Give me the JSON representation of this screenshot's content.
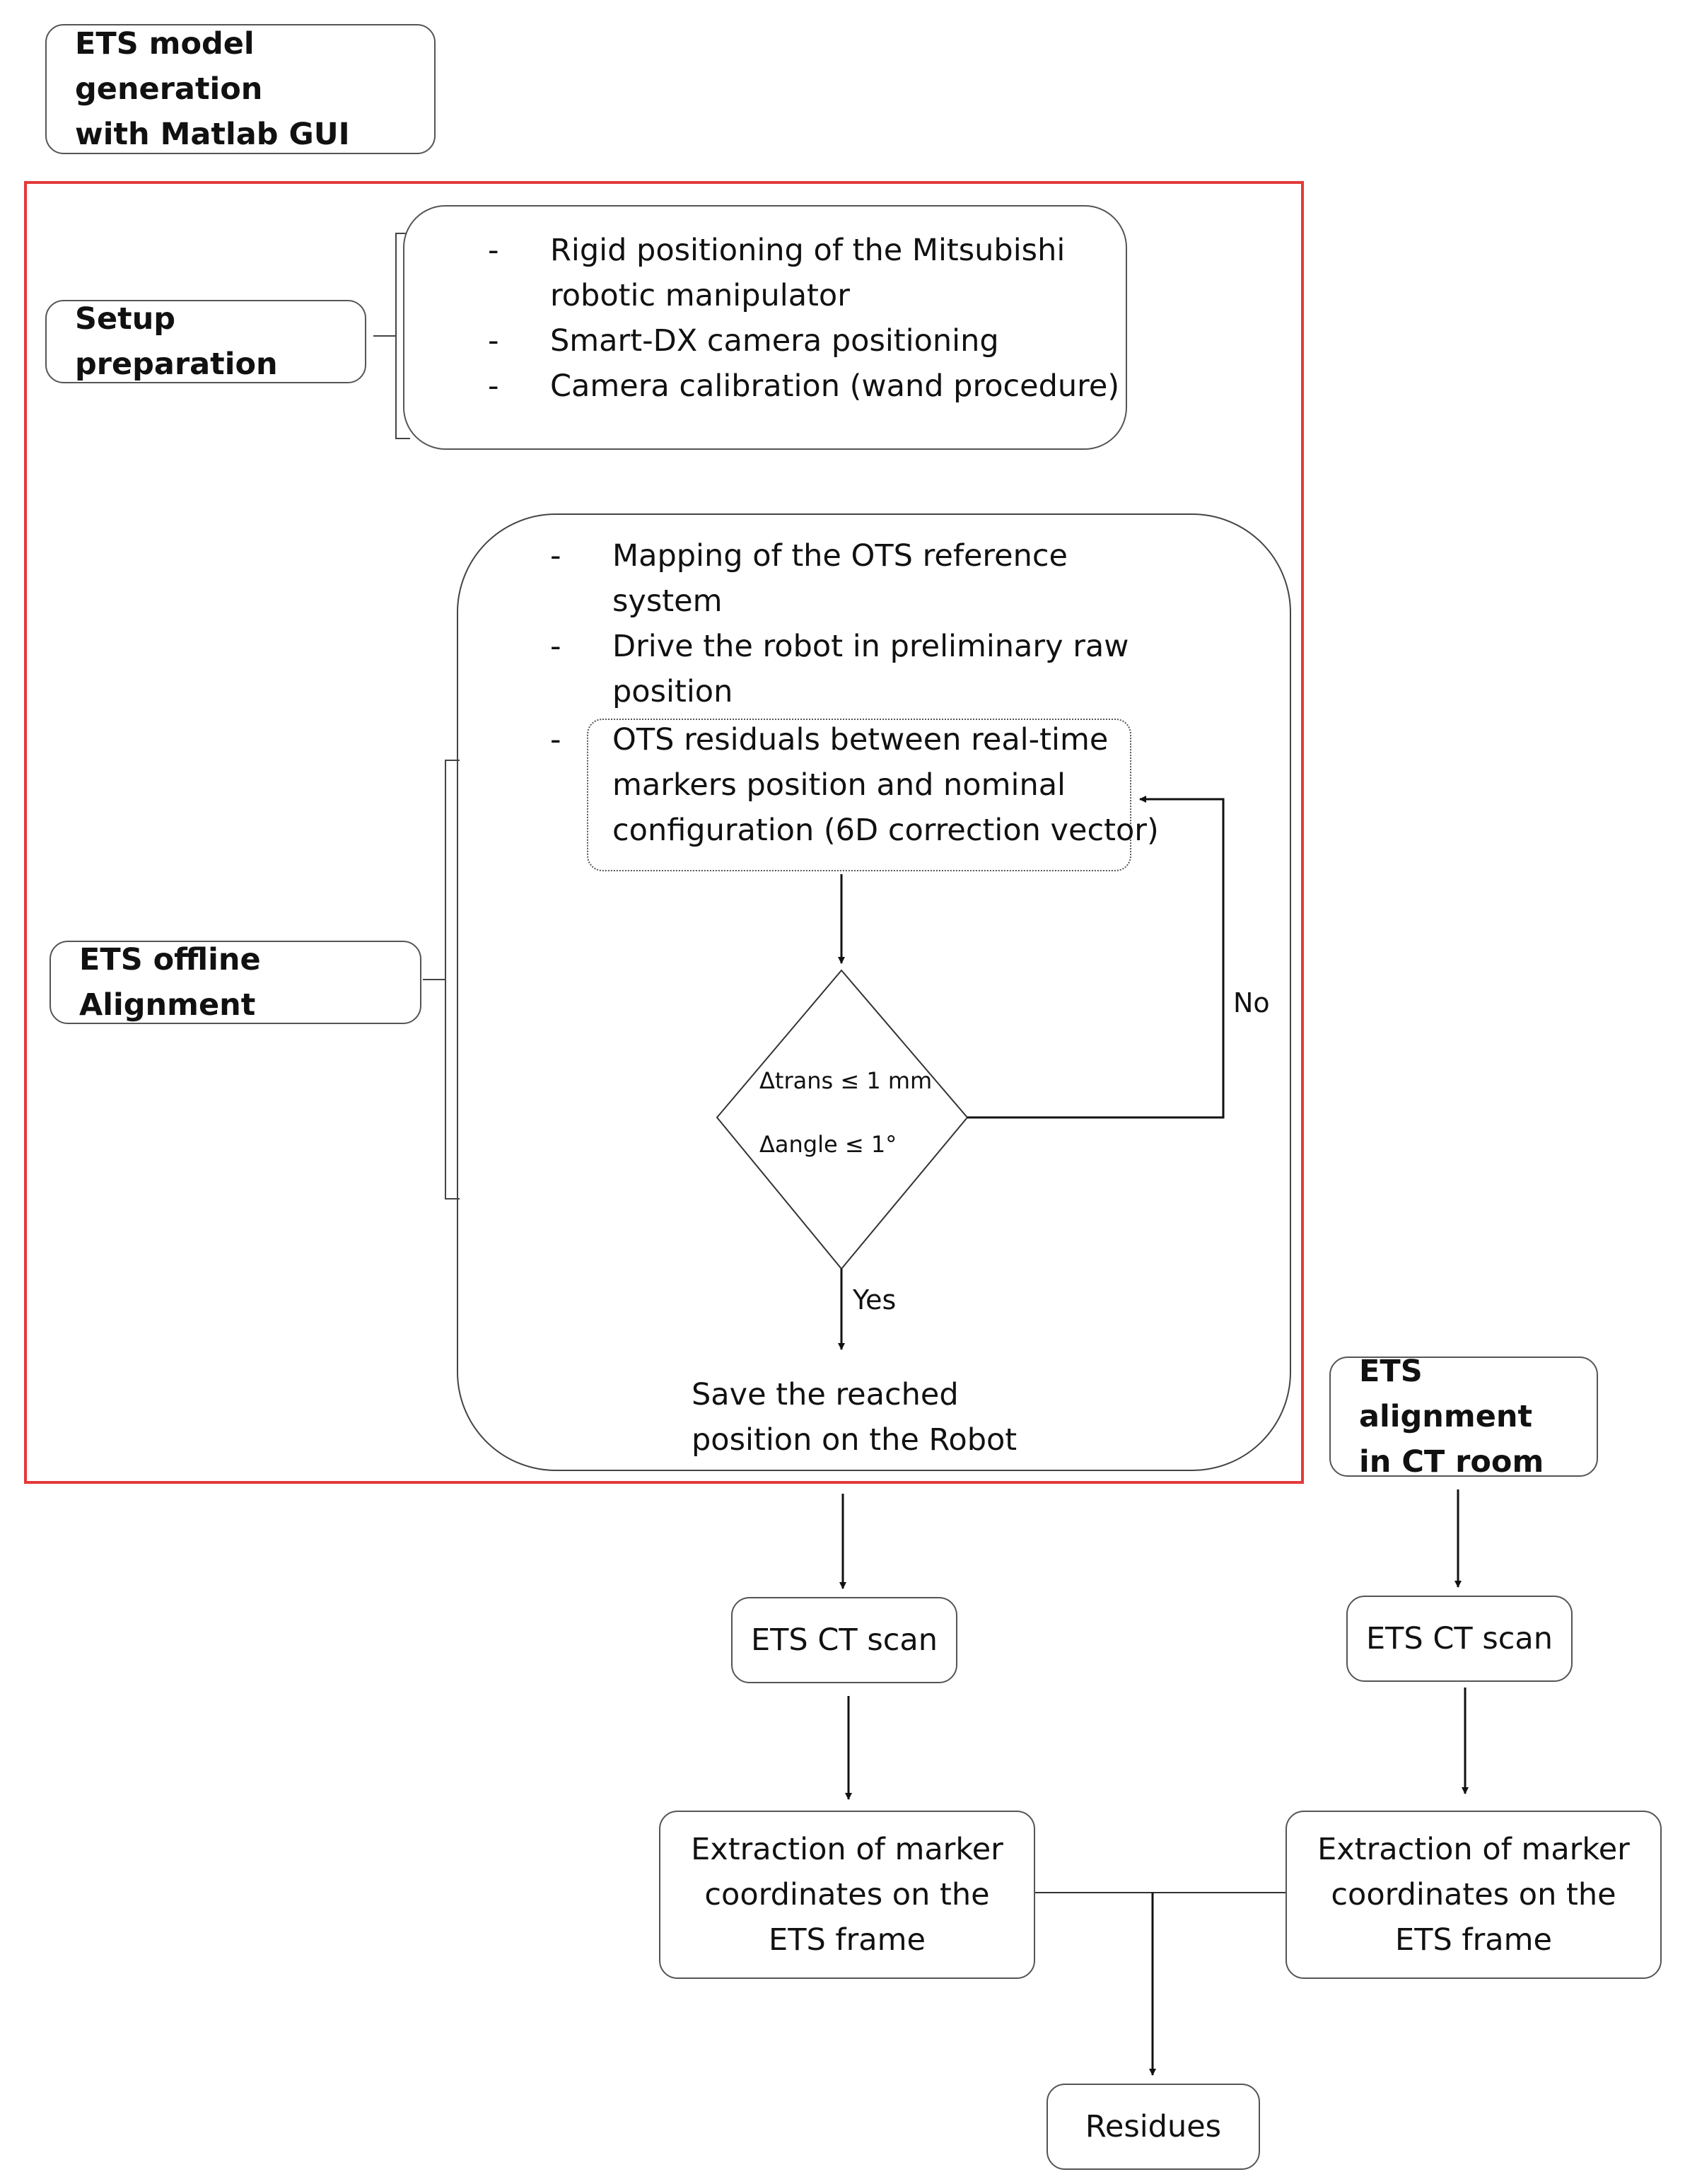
{
  "title_box": {
    "line1": "ETS model generation",
    "line2": "with Matlab GUI"
  },
  "setup": {
    "label": "Setup preparation",
    "items": [
      {
        "lines": [
          "Rigid positioning of the Mitsubishi",
          "robotic manipulator"
        ]
      },
      {
        "lines": [
          "Smart-DX camera positioning"
        ]
      },
      {
        "lines": [
          "Camera calibration (wand procedure)"
        ]
      }
    ]
  },
  "offline": {
    "label": "ETS offline Alignment",
    "items": [
      {
        "lines": [
          "Mapping of the OTS reference",
          "system"
        ]
      },
      {
        "lines": [
          "Drive the robot in preliminary raw",
          "position"
        ]
      },
      {
        "lines": [
          "OTS residuals between real-time",
          "markers position and nominal",
          "configuration (6D correction vector)"
        ]
      }
    ],
    "decision": {
      "line1": "Δtrans ≤ 1 mm",
      "line2": "Δangle ≤ 1°"
    },
    "no_label": "No",
    "yes_label": "Yes",
    "save": {
      "line1": "Save the reached",
      "line2": "position on the Robot"
    }
  },
  "ct_room_box": {
    "line1": "ETS alignment",
    "line2": "in CT room"
  },
  "ct_scan_left": "ETS CT scan",
  "ct_scan_right": "ETS CT scan",
  "extraction_left": {
    "line1": "Extraction of marker",
    "line2": "coordinates on the",
    "line3": "ETS frame"
  },
  "extraction_right": {
    "line1": "Extraction of marker",
    "line2": "coordinates on the",
    "line3": "ETS frame"
  },
  "residues": "Residues",
  "dash": "-",
  "colors": {
    "frame": "#e33a3a",
    "stroke": "#333333"
  }
}
